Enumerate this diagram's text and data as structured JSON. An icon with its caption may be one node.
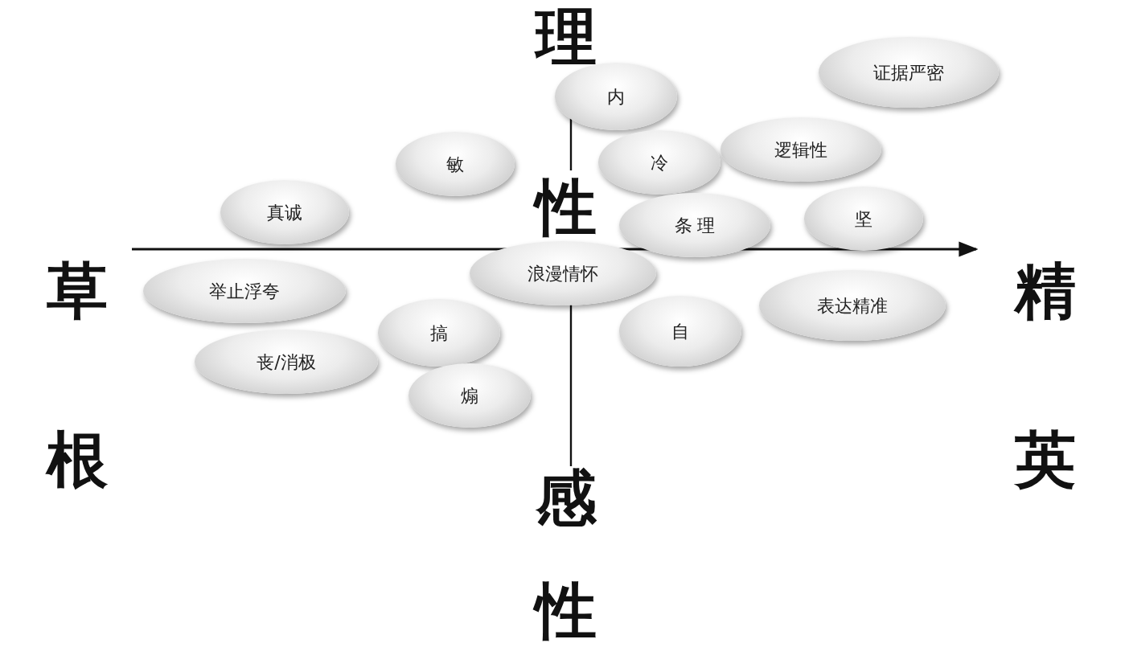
{
  "diagram": {
    "nodes": [
      {
        "text": [
          "证据严密"
        ]
      },
      {
        "text": [
          "内"
        ]
      },
      {
        "text": [
          "逻辑性"
        ]
      },
      {
        "text": [
          "敏"
        ]
      },
      {
        "text": [
          "冷"
        ]
      },
      {
        "text": [
          "真诚"
        ]
      },
      {
        "text": [
          "坚"
        ]
      },
      {
        "text": [
          "条 理"
        ]
      },
      {
        "text": [
          "浪漫情怀"
        ]
      },
      {
        "text": [
          "举止浮夸"
        ]
      },
      {
        "text": [
          "表达精准"
        ]
      },
      {
        "text": [
          "搞"
        ]
      },
      {
        "text": [
          "自"
        ]
      },
      {
        "text": [
          "丧/消极"
        ]
      },
      {
        "text": [
          "煽"
        ]
      }
    ],
    "labels": [
      "理性",
      "草根",
      "精英",
      "感性"
    ]
  }
}
